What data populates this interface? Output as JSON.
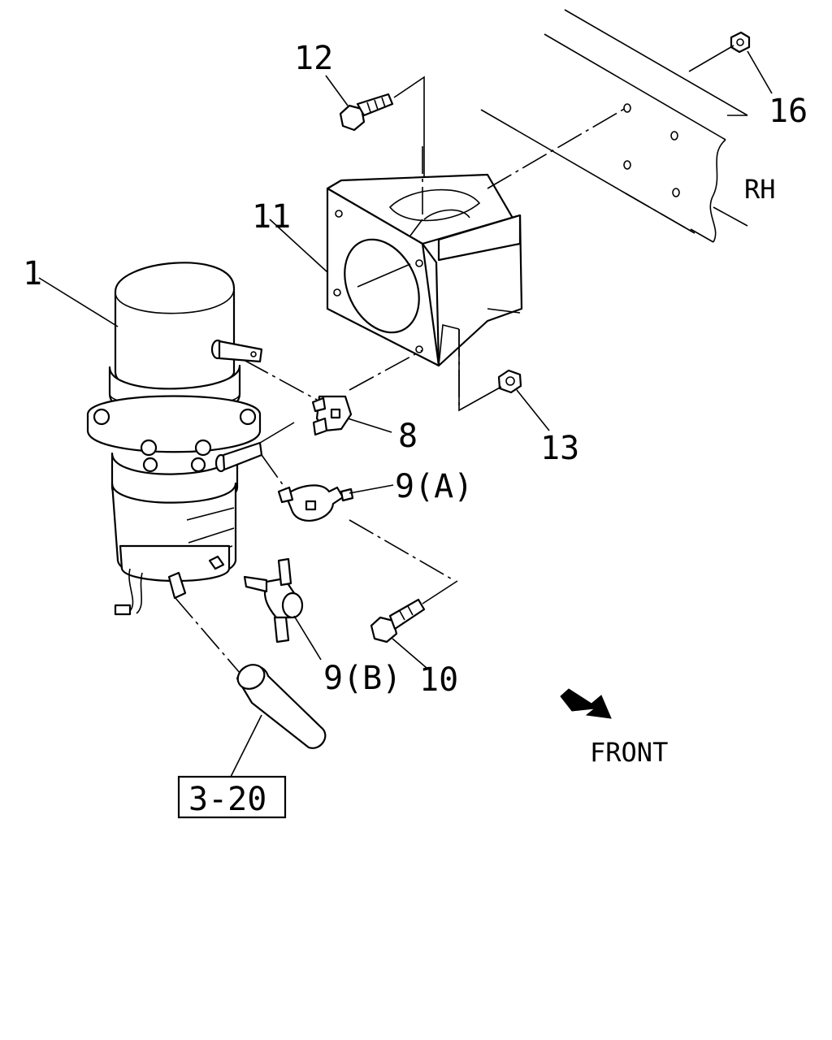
{
  "callouts": {
    "c1": "1",
    "c8": "8",
    "c9a": "9(A)",
    "c9b": "9(B)",
    "c10": "10",
    "c11": "11",
    "c12": "12",
    "c13": "13",
    "c16": "16"
  },
  "side_label": "RH",
  "direction_label": "FRONT",
  "reference_box": "3-20"
}
